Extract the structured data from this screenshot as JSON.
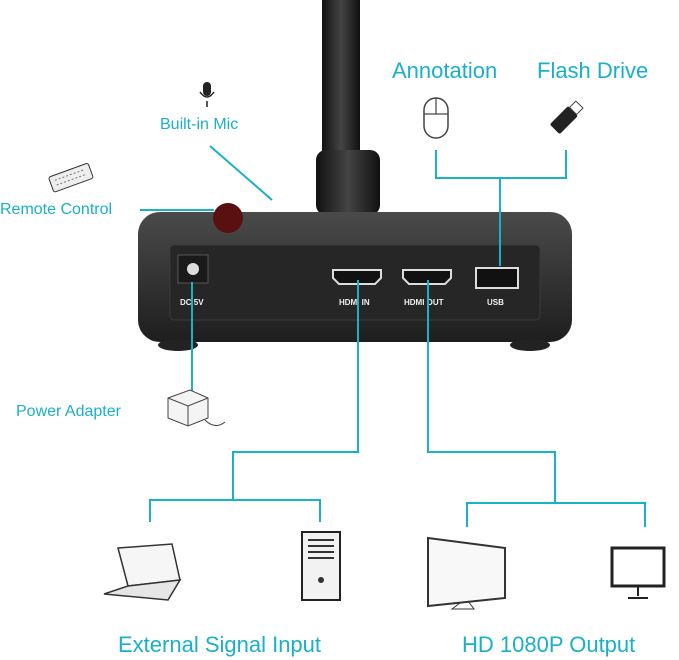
{
  "labels": {
    "annotation": "Annotation",
    "flash_drive": "Flash Drive",
    "built_in_mic": "Built-in Mic",
    "remote_control": "Remote Control",
    "power_adapter": "Power Adapter",
    "external_signal_input": "External Signal Input",
    "hd_output": "HD 1080P Output"
  },
  "ports": {
    "dc": "DC 5V",
    "hdmi_in": "HDMI IN",
    "hdmi_out": "HDMI OUT",
    "usb": "USB"
  },
  "colors": {
    "accent": "#1ab0c8",
    "device": "#2b2b2b"
  }
}
